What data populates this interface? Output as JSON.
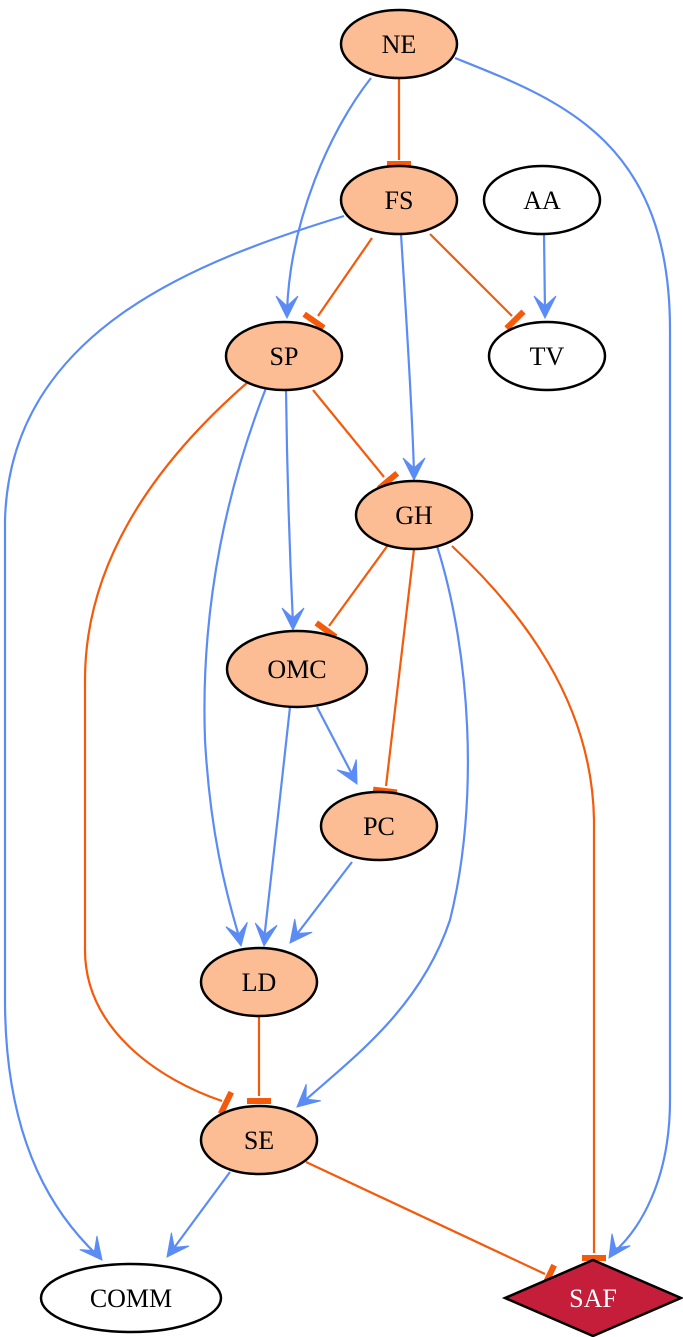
{
  "diagram": {
    "colors": {
      "activation": "#5b8cf5",
      "inhibition": "#f45a0a",
      "core_fill": "#fcbc94",
      "plain_fill": "#ffffff",
      "target_fill": "#c41e3a",
      "stroke": "#000000"
    },
    "legend_semantics": {
      "activation": "arrow",
      "inhibition": "tee"
    },
    "nodes": [
      {
        "id": "NE",
        "label": "NE",
        "style": "core"
      },
      {
        "id": "FS",
        "label": "FS",
        "style": "core"
      },
      {
        "id": "AA",
        "label": "AA",
        "style": "plain"
      },
      {
        "id": "SP",
        "label": "SP",
        "style": "core"
      },
      {
        "id": "TV",
        "label": "TV",
        "style": "plain"
      },
      {
        "id": "GH",
        "label": "GH",
        "style": "core"
      },
      {
        "id": "OMC",
        "label": "OMC",
        "style": "core"
      },
      {
        "id": "PC",
        "label": "PC",
        "style": "core"
      },
      {
        "id": "LD",
        "label": "LD",
        "style": "core"
      },
      {
        "id": "SE",
        "label": "SE",
        "style": "core"
      },
      {
        "id": "COMM",
        "label": "COMM",
        "style": "plain"
      },
      {
        "id": "SAF",
        "label": "SAF",
        "style": "target"
      }
    ],
    "edges": [
      {
        "from": "NE",
        "to": "FS",
        "type": "inhibition"
      },
      {
        "from": "NE",
        "to": "SP",
        "type": "activation"
      },
      {
        "from": "NE",
        "to": "SAF",
        "type": "activation"
      },
      {
        "from": "FS",
        "to": "SP",
        "type": "inhibition"
      },
      {
        "from": "FS",
        "to": "GH",
        "type": "activation"
      },
      {
        "from": "FS",
        "to": "TV",
        "type": "inhibition"
      },
      {
        "from": "FS",
        "to": "COMM",
        "type": "activation"
      },
      {
        "from": "AA",
        "to": "TV",
        "type": "activation"
      },
      {
        "from": "SP",
        "to": "GH",
        "type": "inhibition"
      },
      {
        "from": "SP",
        "to": "OMC",
        "type": "activation"
      },
      {
        "from": "SP",
        "to": "LD",
        "type": "activation"
      },
      {
        "from": "SP",
        "to": "SE",
        "type": "inhibition"
      },
      {
        "from": "GH",
        "to": "OMC",
        "type": "inhibition"
      },
      {
        "from": "GH",
        "to": "PC",
        "type": "inhibition"
      },
      {
        "from": "GH",
        "to": "SE",
        "type": "activation"
      },
      {
        "from": "GH",
        "to": "SAF",
        "type": "inhibition"
      },
      {
        "from": "OMC",
        "to": "PC",
        "type": "activation"
      },
      {
        "from": "OMC",
        "to": "LD",
        "type": "activation"
      },
      {
        "from": "PC",
        "to": "LD",
        "type": "activation"
      },
      {
        "from": "LD",
        "to": "SE",
        "type": "inhibition"
      },
      {
        "from": "SE",
        "to": "COMM",
        "type": "activation"
      },
      {
        "from": "SE",
        "to": "SAF",
        "type": "inhibition"
      }
    ]
  }
}
